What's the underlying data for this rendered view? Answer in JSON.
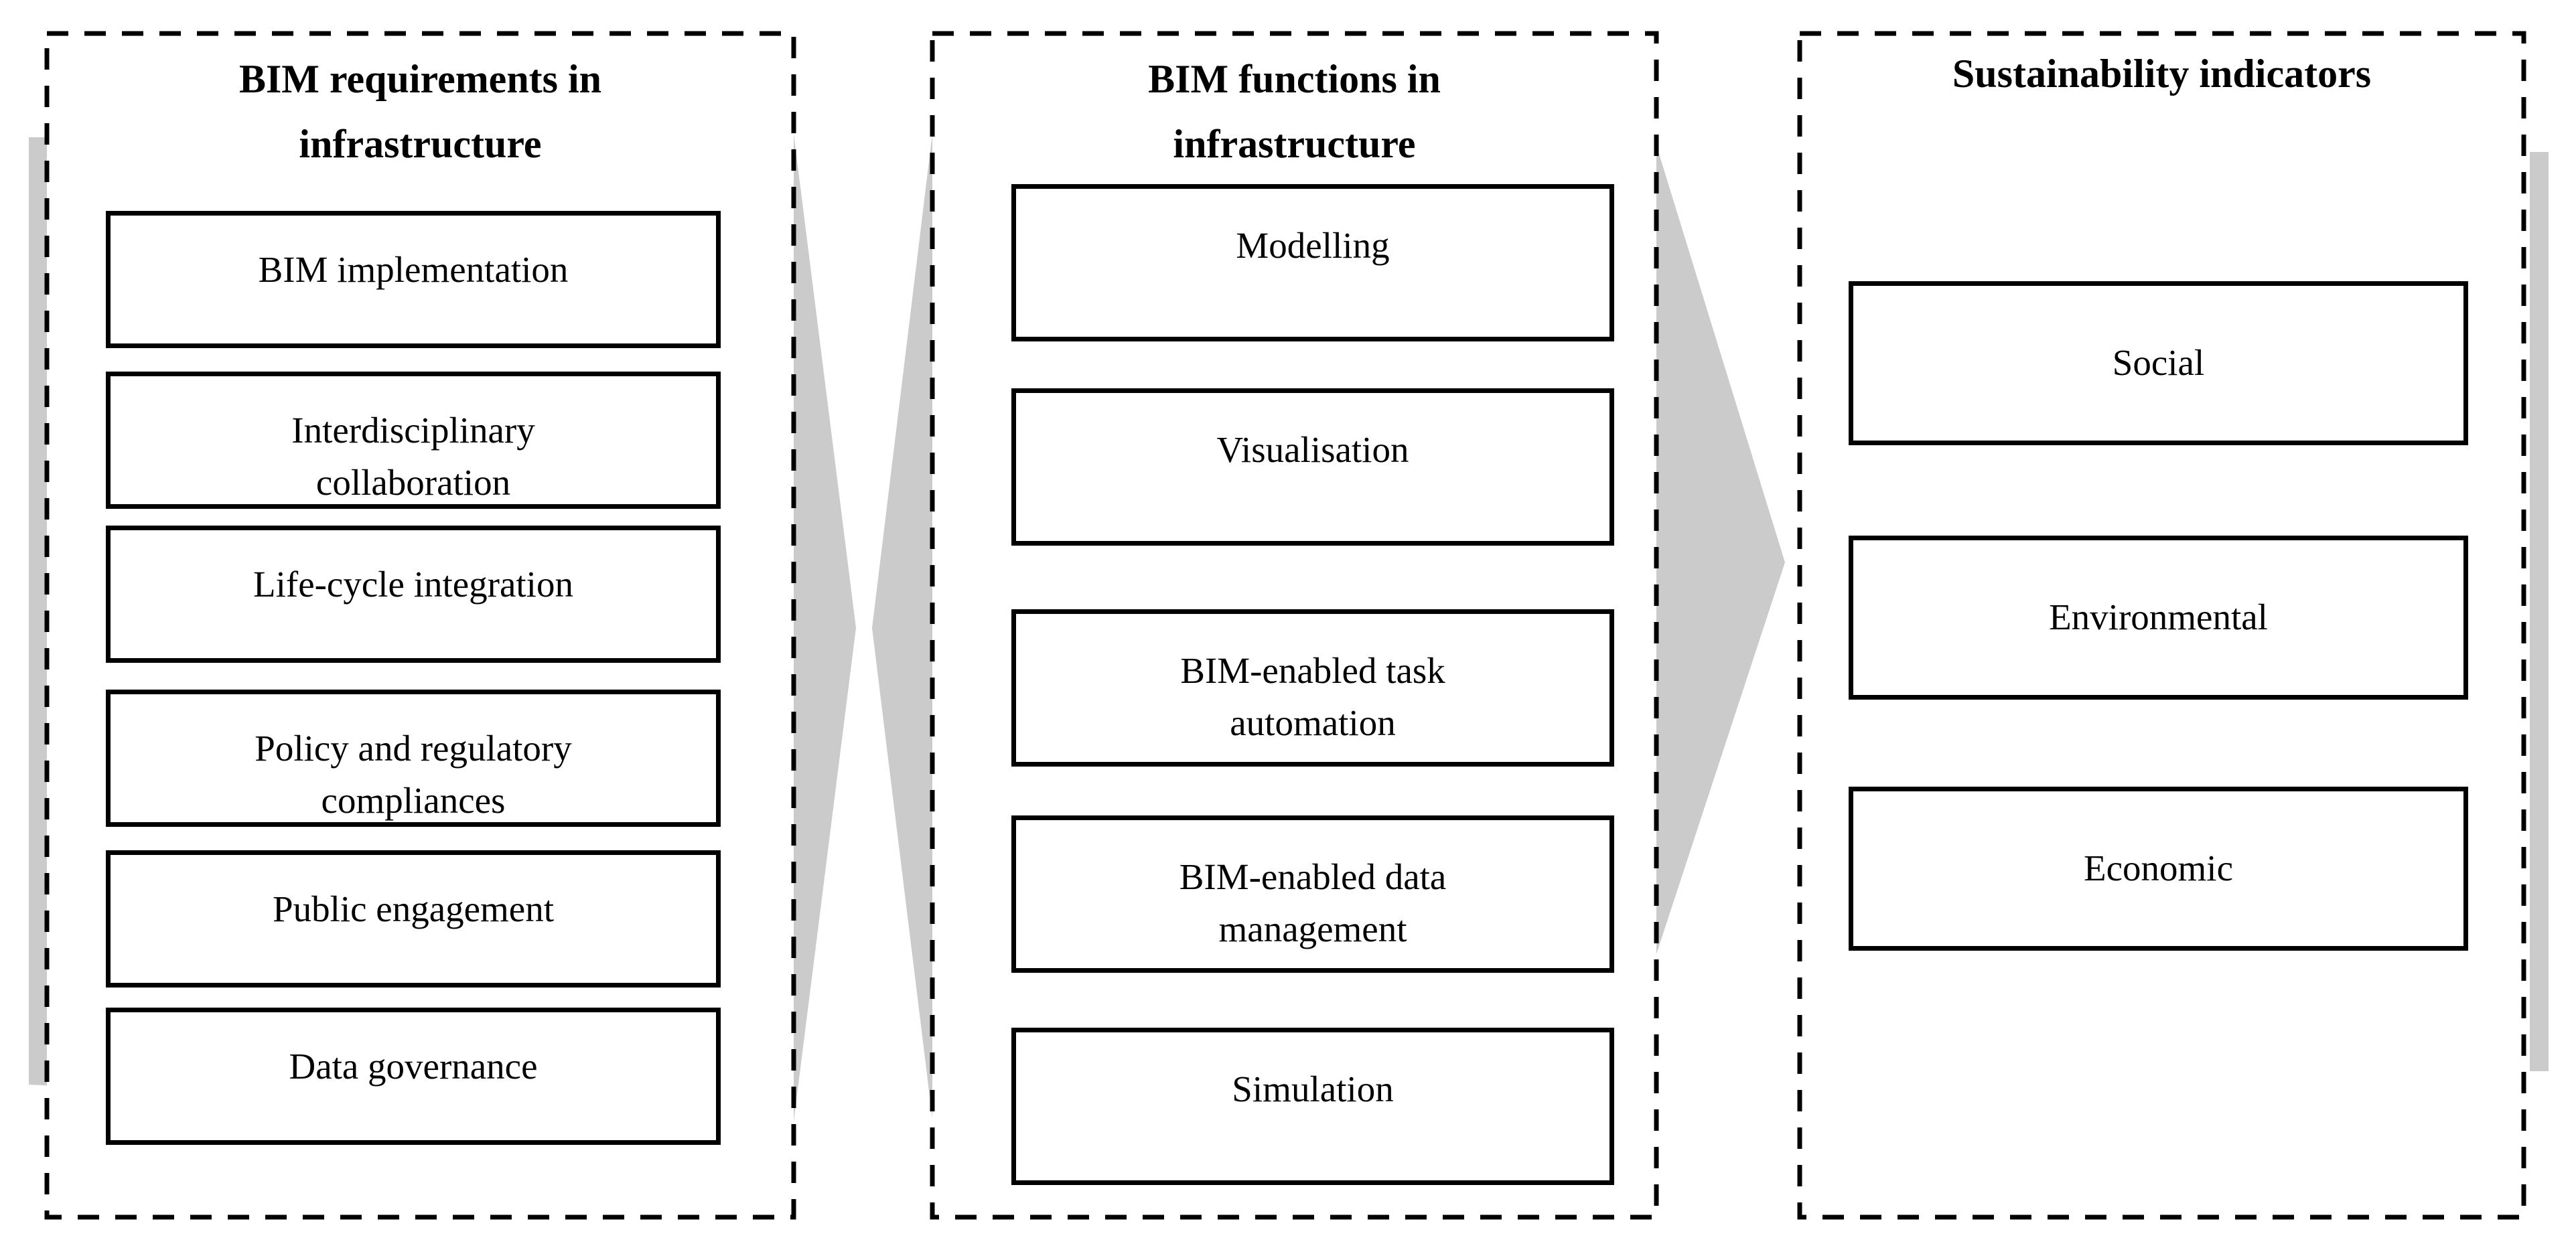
{
  "diagram": {
    "type": "flow-diagram",
    "direction": "left-to-right",
    "arrow_shape": "right-pointing-chevron"
  },
  "colors": {
    "arrow_gray": "#cbcbcb",
    "outline_black": "#000000",
    "panel_white": "#ffffff"
  },
  "panels": [
    {
      "title": "BIM requirements in infrastructure",
      "title_lines": [
        "BIM requirements in",
        "infrastructure"
      ],
      "items": [
        {
          "label": "BIM implementation",
          "lines": [
            "BIM implementation"
          ]
        },
        {
          "label": "Interdisciplinary collaboration",
          "lines": [
            "Interdisciplinary",
            "collaboration"
          ]
        },
        {
          "label": "Life-cycle integration",
          "lines": [
            "Life-cycle integration"
          ]
        },
        {
          "label": "Policy and regulatory compliances",
          "lines": [
            "Policy and regulatory",
            "compliances"
          ]
        },
        {
          "label": "Public engagement",
          "lines": [
            "Public engagement"
          ]
        },
        {
          "label": "Data governance",
          "lines": [
            "Data governance"
          ]
        }
      ]
    },
    {
      "title": "BIM functions in infrastructure",
      "title_lines": [
        "BIM functions in",
        "infrastructure"
      ],
      "items": [
        {
          "label": "Modelling",
          "lines": [
            "Modelling"
          ]
        },
        {
          "label": "Visualisation",
          "lines": [
            "Visualisation"
          ]
        },
        {
          "label": "BIM-enabled task automation",
          "lines": [
            "BIM-enabled task",
            "automation"
          ]
        },
        {
          "label": "BIM-enabled data management",
          "lines": [
            "BIM-enabled data",
            "management"
          ]
        },
        {
          "label": "Simulation",
          "lines": [
            "Simulation"
          ]
        }
      ]
    },
    {
      "title": "Sustainability indicators",
      "title_lines": [
        "Sustainability indicators"
      ],
      "items": [
        {
          "label": "Social",
          "lines": [
            "Social"
          ]
        },
        {
          "label": "Environmental",
          "lines": [
            "Environmental"
          ]
        },
        {
          "label": "Economic",
          "lines": [
            "Economic"
          ]
        }
      ]
    }
  ]
}
